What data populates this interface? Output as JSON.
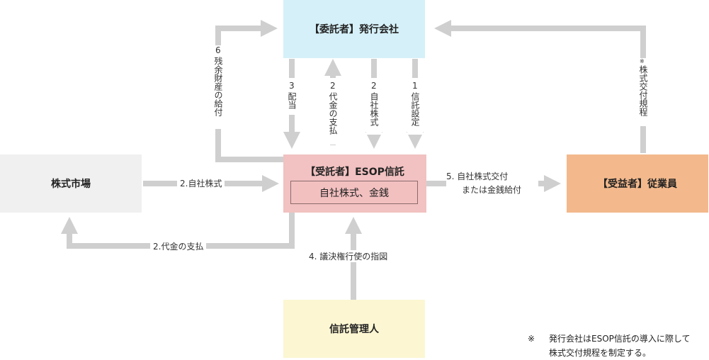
{
  "colors": {
    "arrow": "#cfcfcf",
    "trustor_box": "#d5f0f8",
    "trustee_box": "#f2c1c1",
    "market_box": "#f0f0f0",
    "beneficiary_box": "#f3b98c",
    "admin_box": "#fcf6d2"
  },
  "nodes": {
    "trustor": "【委託者】発行会社",
    "trustee": "【受託者】ESOP信託",
    "trustee_inner": "自社株式、金銭",
    "market": "株式市場",
    "beneficiary": "【受益者】従業員",
    "admin": "信託管理人"
  },
  "edges": {
    "e1_num": "1",
    "e1_text": "信託設定",
    "e2a_num": "2",
    "e2a_text": "自社株式",
    "e2b_num": "2",
    "e2b_text": "代金の支払",
    "e3_num": "3",
    "e3_text": "配当",
    "e6_num": "6",
    "e6_text": "残余財産の給付",
    "rule_mark": "※",
    "rule_text": "株式交付規程",
    "market_to_trust": "2.自社株式",
    "trust_to_market": "2.代金の支払",
    "trust_to_emp_line1": "5. 自社株式交付",
    "trust_to_emp_line2": "または金銭給付",
    "admin_to_trust": "4. 議決権行使の指図"
  },
  "footnote": {
    "mark": "※",
    "line1": "発行会社はESOP信託の導入に際して",
    "line2": "株式交付規程を制定する。"
  }
}
